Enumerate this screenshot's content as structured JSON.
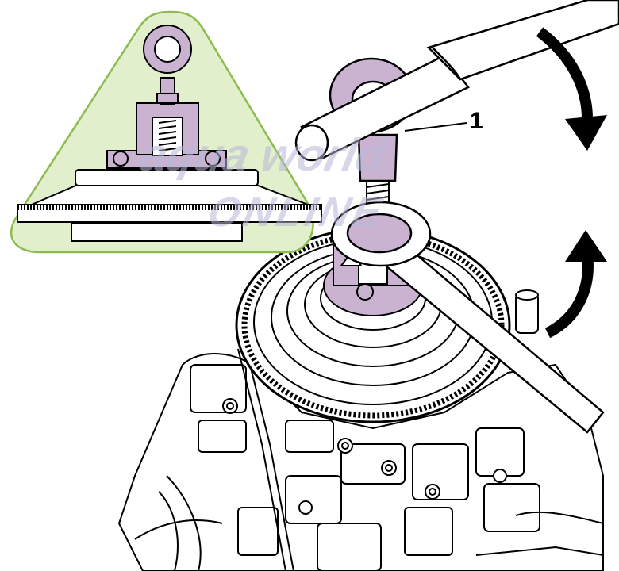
{
  "figure": {
    "callout_label": "1",
    "watermark_text": "aqua world",
    "watermark_subtext": "ONLINE",
    "colors": {
      "tool_fill": "#c9b3d1",
      "inset_fill": "#e1efcc",
      "inset_border": "#8cbc4e",
      "line": "#000000",
      "watermark": "#c8c8e0"
    },
    "icons": [
      "rotate-arrow-top",
      "rotate-arrow-bottom"
    ]
  }
}
